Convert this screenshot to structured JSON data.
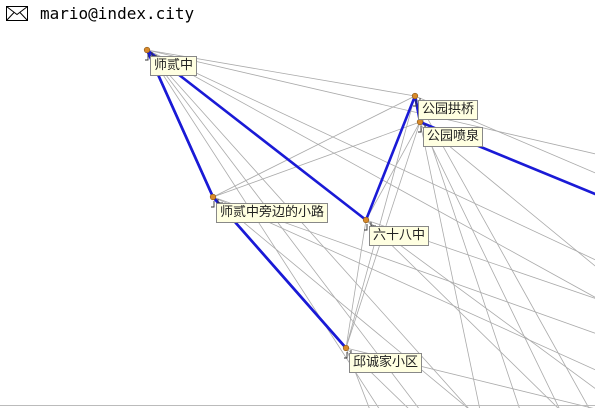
{
  "header": {
    "email": "mario@index.city",
    "icon": "envelope-icon"
  },
  "graph": {
    "nodes": [
      {
        "id": "n1",
        "label": "师贰中"
      },
      {
        "id": "n2",
        "label": "公园拱桥"
      },
      {
        "id": "n3",
        "label": "公园喷泉"
      },
      {
        "id": "n4",
        "label": "师贰中旁边的小路"
      },
      {
        "id": "n5",
        "label": "六十八中"
      },
      {
        "id": "n6",
        "label": "邱诚家小区"
      }
    ],
    "route": [
      "n1",
      "n4",
      "n6",
      "n4",
      "n1",
      "n5",
      "n2",
      "n3"
    ],
    "colors": {
      "route": "#1a1ad6",
      "edge": "#aaaaaa",
      "node": "#d98a2b",
      "label_bg": "#ffffe1"
    }
  }
}
